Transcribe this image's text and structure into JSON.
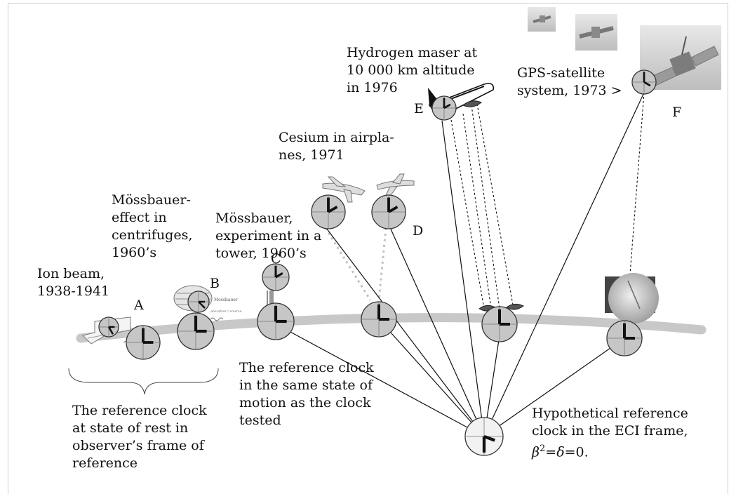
{
  "labels": {
    "ion_beam": [
      "Ion beam,",
      "1938-1941"
    ],
    "mossbauer_centrifuge": [
      "Mössbauer-",
      "effect in",
      "centrifuges,",
      "1960’s"
    ],
    "mossbauer_tower": [
      "Mössbauer,",
      "experiment in a",
      "tower, 1960’s"
    ],
    "cesium_airplanes": [
      "Cesium in airpla-",
      "nes, 1971"
    ],
    "hydrogen_maser": [
      "Hydrogen maser at",
      "10 000 km altitude",
      "in 1976"
    ],
    "gps_system": [
      "GPS-satellite",
      "system, 1973 >"
    ],
    "ref_rest": [
      "The reference clock",
      "at state of rest in",
      "observer’s frame of",
      "reference"
    ],
    "ref_same_motion": [
      "The reference clock",
      "in the same state of",
      "motion as the clock",
      "tested"
    ],
    "hypothetical": {
      "line1": "Hypothetical reference",
      "line2": "clock in the ECI frame,",
      "beta": "β",
      "sup": "2",
      "eq1": "=",
      "delta": "δ",
      "eq2": "=0."
    }
  },
  "letters": {
    "A": "A",
    "B": "B",
    "C": "C",
    "D": "D",
    "E": "E",
    "F": "F"
  },
  "image_labels": {
    "centrifuge_text": "Mossbauer",
    "centrifuge_sub": "absorber / source"
  },
  "colors": {
    "earth_band": "#c8c8c8",
    "clock_fill": "#c6c6c6",
    "ref_clock_fill": "#f2f2f2",
    "clock_stroke": "#333333",
    "hand": "#111111",
    "signal_line": "#111111",
    "dotted_gray": "#c0c0c0"
  },
  "icons": [
    "clock-icon",
    "satellite-icon",
    "airplane-icon",
    "rocket-icon",
    "dish-antenna-icon",
    "centrifuge-icon",
    "ion-beam-apparatus-icon",
    "tower-arrow-icon"
  ]
}
